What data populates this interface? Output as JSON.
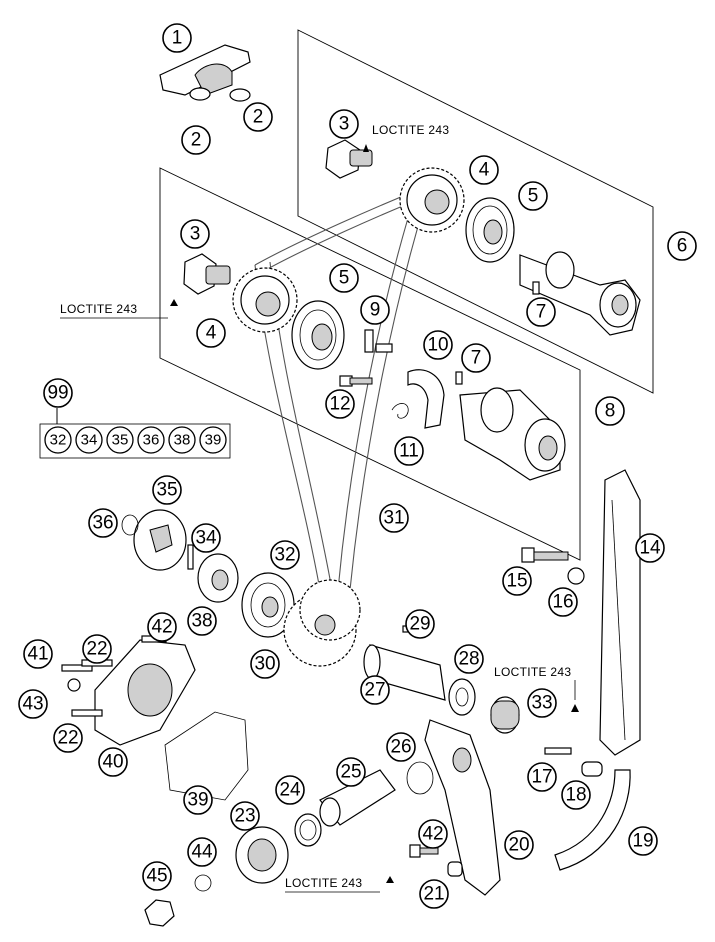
{
  "diagram": {
    "callouts": [
      "1",
      "2",
      "2",
      "3",
      "3",
      "4",
      "4",
      "5",
      "5",
      "6",
      "7",
      "7",
      "8",
      "9",
      "10",
      "11",
      "12",
      "14",
      "15",
      "16",
      "17",
      "18",
      "19",
      "20",
      "21",
      "22",
      "22",
      "23",
      "24",
      "25",
      "26",
      "27",
      "28",
      "29",
      "30",
      "31",
      "32",
      "33",
      "34",
      "35",
      "36",
      "38",
      "39",
      "40",
      "41",
      "42",
      "42",
      "43",
      "44",
      "45",
      "99"
    ],
    "kit_box": [
      "32",
      "34",
      "35",
      "36",
      "38",
      "39"
    ],
    "notes": [
      "LOCTITE 243",
      "LOCTITE 243",
      "LOCTITE 243",
      "LOCTITE 243"
    ]
  }
}
